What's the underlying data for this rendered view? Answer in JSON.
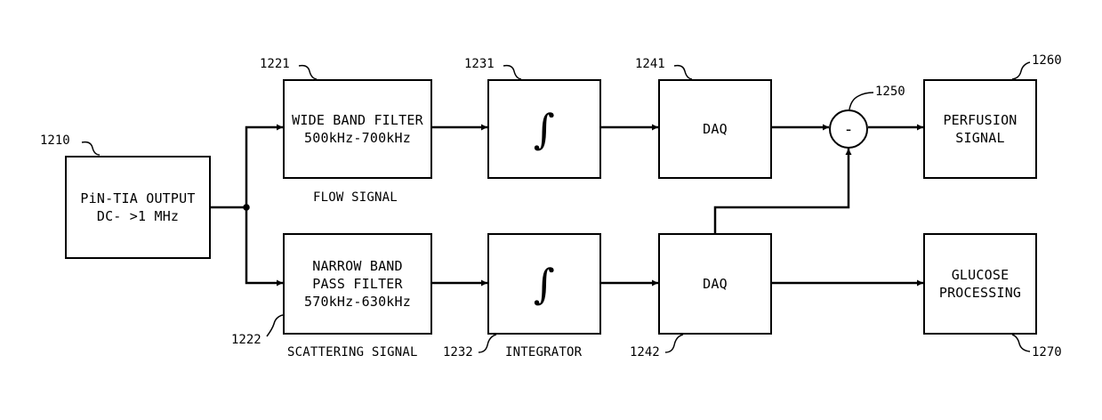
{
  "blocks": {
    "pin_tia": {
      "line1": "PiN-TIA OUTPUT",
      "line2": "DC- >1 MHz",
      "ref": "1210"
    },
    "wide_band_filter": {
      "line1": "WIDE BAND FILTER",
      "line2": "500kHz-700kHz",
      "ref": "1221",
      "caption": "FLOW SIGNAL"
    },
    "narrow_band_filter": {
      "line1": "NARROW BAND",
      "line2": "PASS FILTER",
      "line3": "570kHz-630kHz",
      "ref": "1222",
      "caption": "SCATTERING SIGNAL"
    },
    "integrator_top": {
      "symbol": "∫",
      "ref": "1231"
    },
    "integrator_bottom": {
      "symbol": "∫",
      "ref": "1232",
      "caption": "INTEGRATOR"
    },
    "daq_top": {
      "label": "DAQ",
      "ref": "1241"
    },
    "daq_bottom": {
      "label": "DAQ",
      "ref": "1242"
    },
    "subtractor": {
      "symbol": "-",
      "ref": "1250"
    },
    "perfusion": {
      "line1": "PERFUSION",
      "line2": "SIGNAL",
      "ref": "1260"
    },
    "glucose": {
      "line1": "GLUCOSE",
      "line2": "PROCESSING",
      "ref": "1270"
    }
  },
  "colors": {
    "line": "#000000",
    "background": "#ffffff"
  }
}
